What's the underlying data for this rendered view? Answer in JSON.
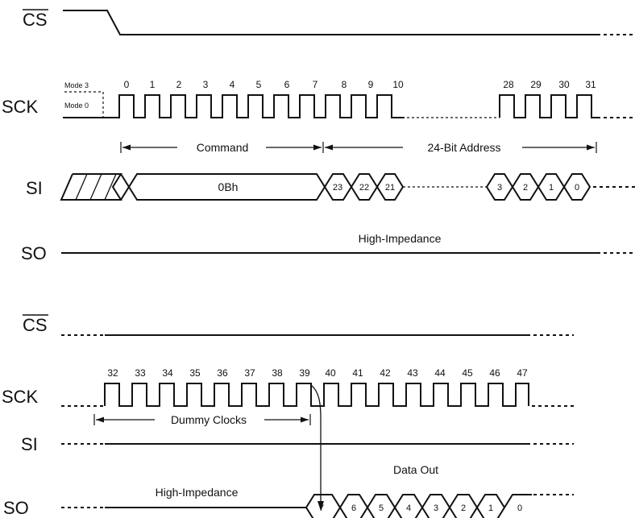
{
  "signals": {
    "cs": "CS",
    "sck": "SCK",
    "si": "SI",
    "so": "SO"
  },
  "modes": {
    "mode3": "Mode 3",
    "mode0": "Mode 0"
  },
  "top": {
    "clock_numbers_a": [
      "0",
      "1",
      "2",
      "3",
      "4",
      "5",
      "6",
      "7",
      "8",
      "9",
      "10"
    ],
    "clock_numbers_b": [
      "28",
      "29",
      "30",
      "31"
    ],
    "command_label": "Command",
    "address_label": "24-Bit Address",
    "command_value": "0Bh",
    "address_bits_high": [
      "23",
      "22",
      "21"
    ],
    "address_bits_low": [
      "3",
      "2",
      "1",
      "0"
    ],
    "so_state": "High-Impedance"
  },
  "bottom": {
    "clock_numbers": [
      "32",
      "33",
      "34",
      "35",
      "36",
      "37",
      "38",
      "39",
      "40",
      "41",
      "42",
      "43",
      "44",
      "45",
      "46",
      "47"
    ],
    "dummy_label": "Dummy Clocks",
    "data_out_label": "Data Out",
    "so_state": "High-Impedance",
    "data_bits": [
      "7",
      "6",
      "5",
      "4",
      "3",
      "2",
      "1",
      "0"
    ]
  }
}
